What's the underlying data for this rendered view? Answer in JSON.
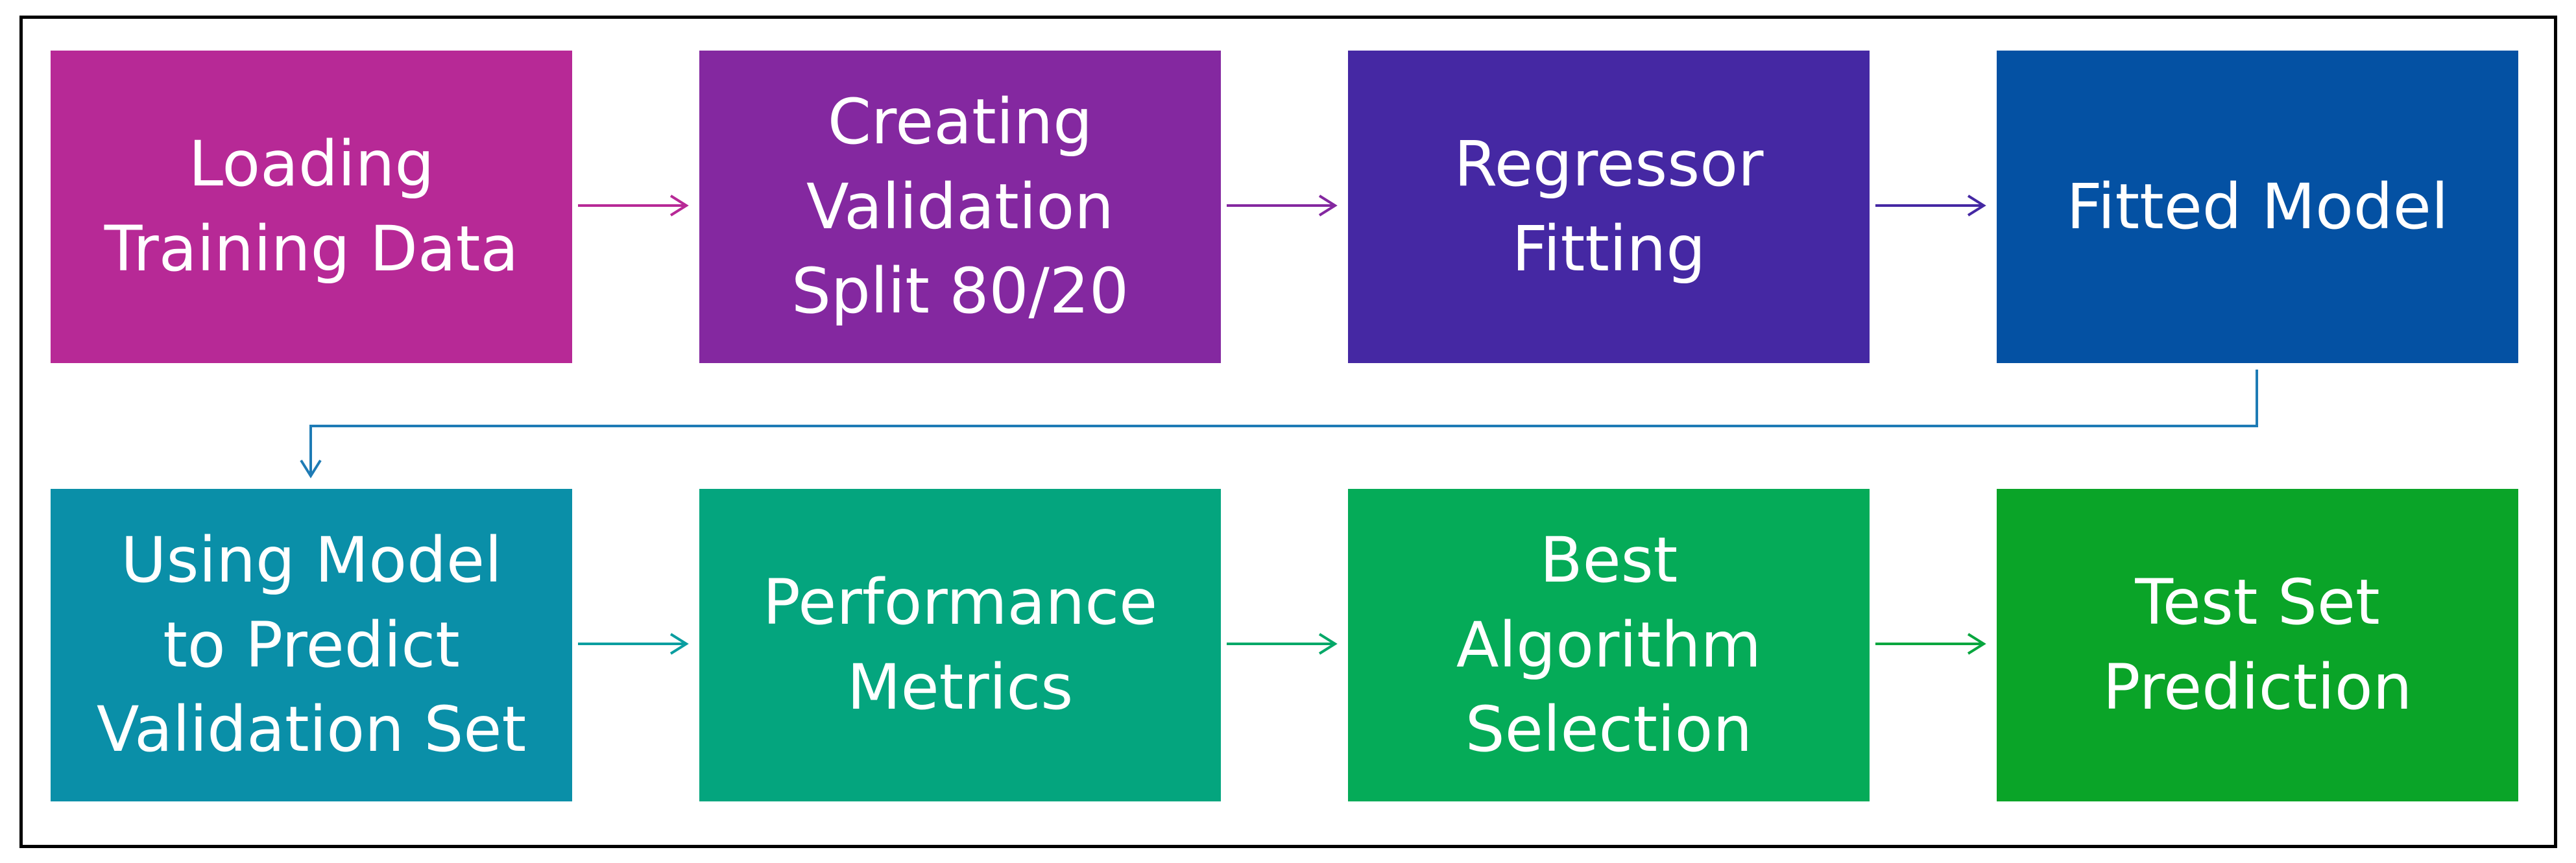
{
  "diagram": {
    "nodes": [
      {
        "id": "loading",
        "label": "Loading\nTraining Data",
        "color": "#b72996"
      },
      {
        "id": "validation",
        "label": "Creating\nValidation\nSplit 80/20",
        "color": "#8428a0"
      },
      {
        "id": "regressor",
        "label": "Regressor\nFitting",
        "color": "#4528a3"
      },
      {
        "id": "fitted",
        "label": "Fitted Model",
        "color": "#0451a3"
      },
      {
        "id": "predict",
        "label": "Using Model\nto Predict\nValidation Set",
        "color": "#0a8fa8"
      },
      {
        "id": "metrics",
        "label": "Performance\nMetrics",
        "color": "#04a57e"
      },
      {
        "id": "best",
        "label": "Best\nAlgorithm\nSelection",
        "color": "#05ab58"
      },
      {
        "id": "test",
        "label": "Test Set\nPrediction",
        "color": "#0aa428"
      }
    ],
    "edges": [
      {
        "from": "loading",
        "to": "validation",
        "color": "#b72996"
      },
      {
        "from": "validation",
        "to": "regressor",
        "color": "#8428a0"
      },
      {
        "from": "regressor",
        "to": "fitted",
        "color": "#4528a3"
      },
      {
        "from": "fitted",
        "to": "predict",
        "color": "#1e7bb5"
      },
      {
        "from": "predict",
        "to": "metrics",
        "color": "#0a9ea0"
      },
      {
        "from": "metrics",
        "to": "best",
        "color": "#04a868"
      },
      {
        "from": "best",
        "to": "test",
        "color": "#08a63e"
      }
    ]
  }
}
